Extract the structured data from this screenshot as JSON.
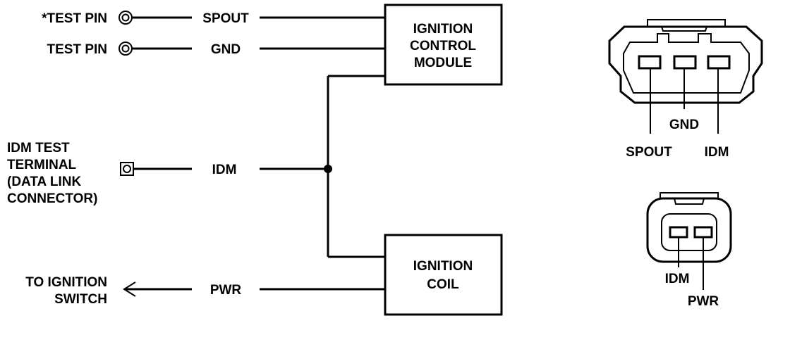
{
  "left_labels": {
    "test_pin_star": "*TEST PIN",
    "test_pin": "TEST PIN",
    "idm_terminal": [
      "IDM TEST",
      "TERMINAL",
      "(DATA LINK",
      "CONNECTOR)"
    ],
    "ignition_switch": [
      "TO IGNITION",
      "SWITCH"
    ]
  },
  "wire_labels": {
    "spout": "SPOUT",
    "gnd": "GND",
    "idm": "IDM",
    "pwr": "PWR"
  },
  "boxes": {
    "icm": [
      "IGNITION",
      "CONTROL",
      "MODULE"
    ],
    "coil": [
      "IGNITION",
      "COIL"
    ]
  },
  "connector_3pin": {
    "gnd": "GND",
    "spout": "SPOUT",
    "idm": "IDM"
  },
  "connector_2pin": {
    "idm": "IDM",
    "pwr": "PWR"
  }
}
